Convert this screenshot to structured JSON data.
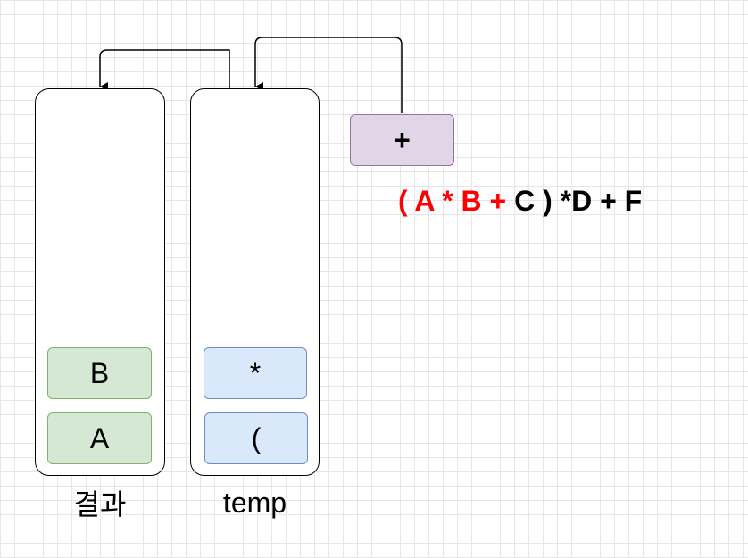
{
  "stacks": {
    "result": {
      "label": "결과",
      "items": [
        "B",
        "A"
      ]
    },
    "temp": {
      "label": "temp",
      "items": [
        "*",
        "("
      ]
    }
  },
  "incoming_operator": "+",
  "expression": {
    "highlighted": "( A * B + ",
    "rest": "C ) *D + F"
  },
  "colors": {
    "result_item_fill": "#d5e8d4",
    "result_item_border": "#82b366",
    "temp_item_fill": "#dae8fc",
    "temp_item_border": "#6c8ebf",
    "operator_fill": "#e1d5e7",
    "operator_border": "#9673a6",
    "highlight_text": "#ff0000"
  }
}
